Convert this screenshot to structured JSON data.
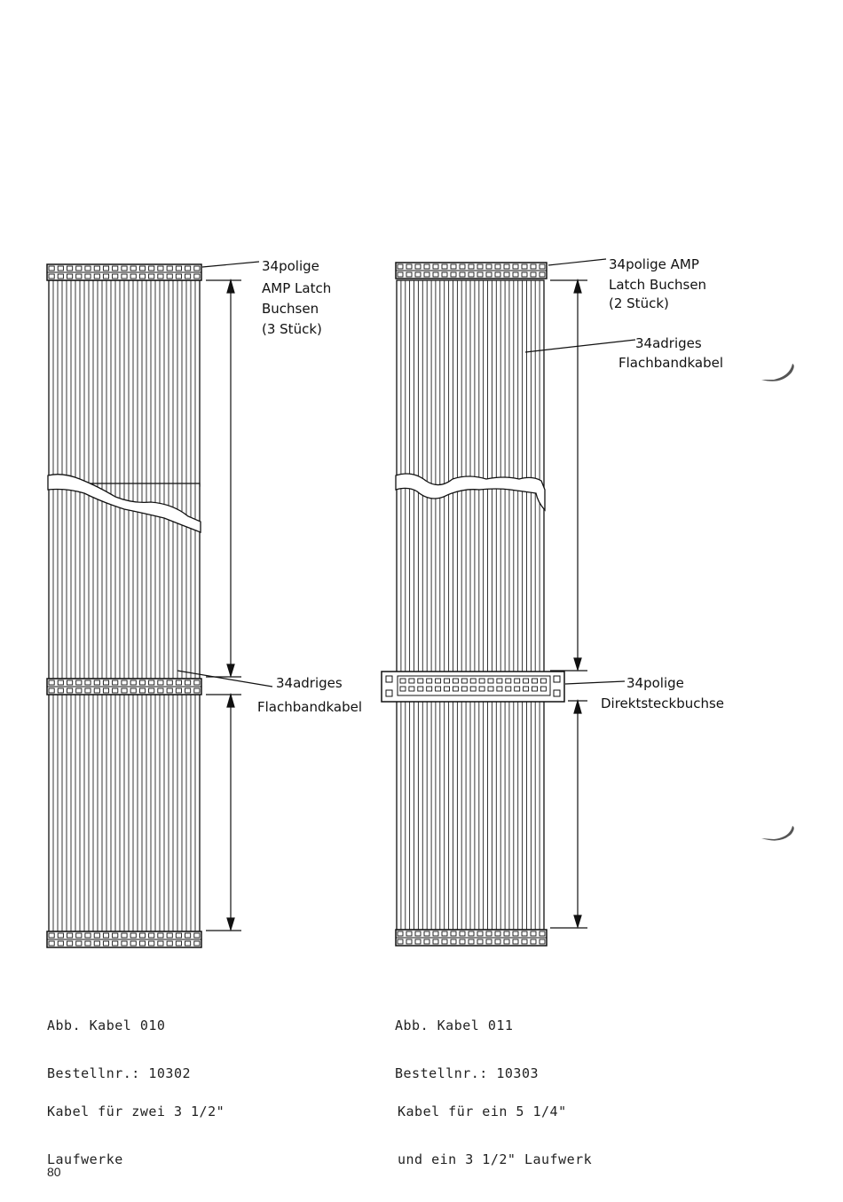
{
  "figure1": {
    "connector_label": [
      "34polige",
      "AMP Latch",
      "Buchsen",
      "(3 Stück)"
    ],
    "cable_label": [
      "34adriges",
      "Flachbandkabel"
    ],
    "caption_title": "Abb. Kabel 010",
    "caption_order": "Bestellnr.: 10302",
    "desc_line1": "Kabel für zwei 3 1/2\"",
    "desc_line2": "Laufwerke"
  },
  "figure2": {
    "connector_label": [
      "34polige AMP",
      "Latch Buchsen",
      "(2 Stück)"
    ],
    "cable_label": [
      "34adriges",
      "Flachbandkabel"
    ],
    "direct_label": [
      "34polige",
      "Direktsteckbuchse"
    ],
    "caption_title": "Abb. Kabel 011",
    "caption_order": "Bestellnr.: 10303",
    "desc_line1": "Kabel für ein 5 1/4\"",
    "desc_line2": "und ein 3 1/2\" Laufwerk"
  },
  "page_number": "80"
}
